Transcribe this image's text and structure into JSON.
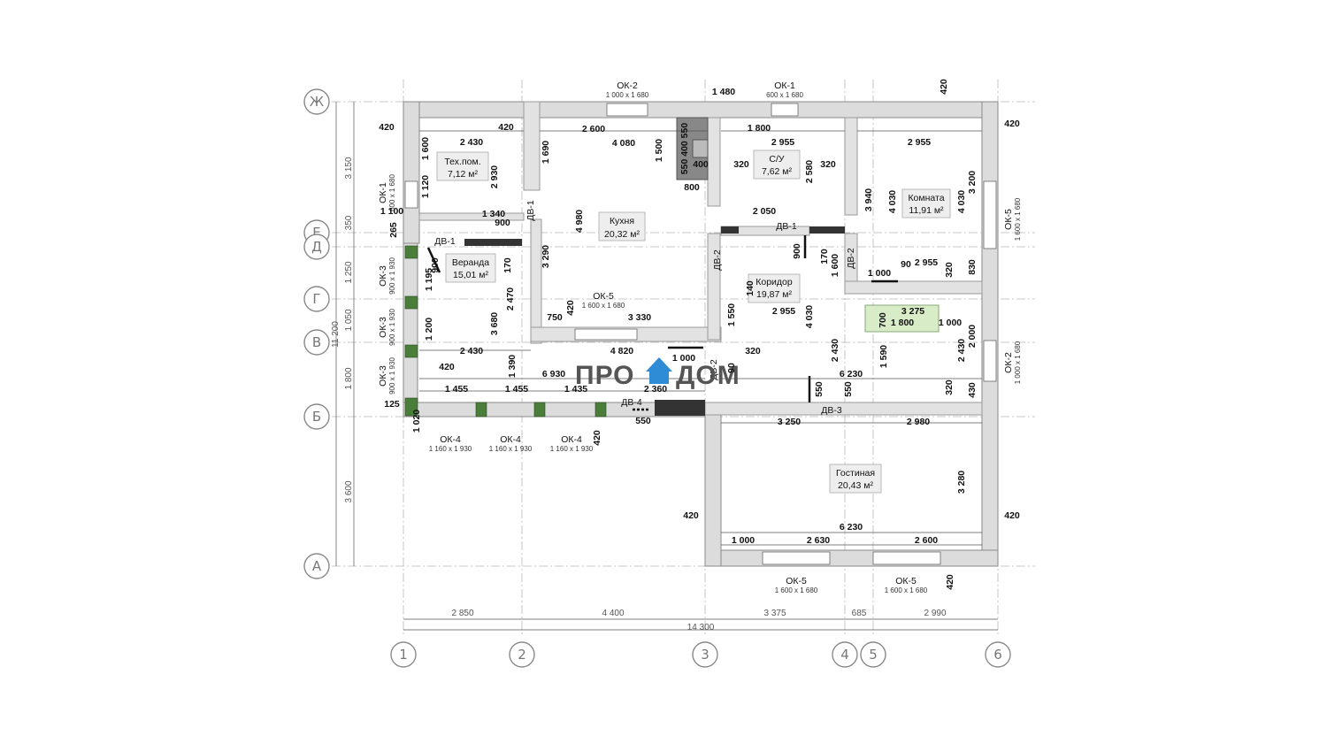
{
  "axes_letters": [
    "Ж",
    "Е",
    "Д",
    "Г",
    "В",
    "Б",
    "А"
  ],
  "axes_numbers": [
    "1",
    "2",
    "3",
    "4",
    "5",
    "6"
  ],
  "left_dims": [
    "3 150",
    "350",
    "1 250",
    "1 050",
    "1 800",
    "3 600"
  ],
  "left_total": "11 200",
  "bottom_dims": [
    "2 850",
    "4 400",
    "3 375",
    "685",
    "2 990"
  ],
  "bottom_total": "14 300",
  "rooms": {
    "tech": {
      "name": "Тех.пом.",
      "area": "7,12 м²"
    },
    "kitchen": {
      "name": "Кухня",
      "area": "20,32 м²"
    },
    "wc": {
      "name": "С/У",
      "area": "7,62 м²"
    },
    "room": {
      "name": "Комната",
      "area": "11,91 м²"
    },
    "veranda": {
      "name": "Веранда",
      "area": "15,01 м²"
    },
    "corridor": {
      "name": "Коридор",
      "area": "19,87 м²"
    },
    "living": {
      "name": "Гостиная",
      "area": "20,43 м²"
    }
  },
  "windows": {
    "ok2_top": {
      "name": "ОК-2",
      "size": "1 000 x 1 680"
    },
    "ok1_top": {
      "name": "ОК-1",
      "size": "600 x 1 680"
    },
    "ok1_left": {
      "name": "ОК-1",
      "size": "600 x 1 680"
    },
    "ok3_a": {
      "name": "ОК-3",
      "size": "900 x 1 930"
    },
    "ok3_b": {
      "name": "ОК-3",
      "size": "900 x 1 930"
    },
    "ok3_c": {
      "name": "ОК-3",
      "size": "900 x 1 930"
    },
    "ok4_a": {
      "name": "ОК-4",
      "size": "1 160 x 1 930"
    },
    "ok4_b": {
      "name": "ОК-4",
      "size": "1 160 x 1 930"
    },
    "ok4_c": {
      "name": "ОК-4",
      "size": "1 160 x 1 930"
    },
    "ok5_mid": {
      "name": "ОК-5",
      "size": "1 600 x 1 680"
    },
    "ok5_b1": {
      "name": "ОК-5",
      "size": "1 600 x 1 680"
    },
    "ok5_b2": {
      "name": "ОК-5",
      "size": "1 600 x 1 680"
    },
    "ok5_right": {
      "name": "ОК-5",
      "size": "1 600 x 1 680"
    },
    "ok2_right": {
      "name": "ОК-2",
      "size": "1 000 x 1 680"
    }
  },
  "doors": {
    "dv1_a": "ДВ-1",
    "dv1_b": "ДВ-1",
    "dv1_c": "ДВ-1",
    "dv2_a": "ДВ-2",
    "dv2_b": "ДВ-2",
    "dv2_c": "ДВ-2",
    "dv3": "ДВ-3",
    "dv4": "ДВ-4"
  },
  "dims": {
    "d01": "1 480",
    "d02": "420",
    "d03": "420",
    "d04": "420",
    "d05": "2 430",
    "d06": "2 600",
    "d07": "4 080",
    "d08": "1 800",
    "d09": "2 955",
    "d10": "2 955",
    "d11": "1 600",
    "d12": "1 690",
    "d13": "1 500",
    "d14": "550 400 550",
    "d15": "400",
    "d16": "320",
    "d17": "320",
    "d18": "800",
    "d19": "2 930",
    "d20": "2 580",
    "d21": "3 940",
    "d22": "4 030",
    "d23": "4 030",
    "d24": "3 200",
    "d25": "1 100",
    "d26": "1 340",
    "d27": "900",
    "d28": "2 050",
    "d29": "4 980",
    "d30": "265",
    "d31": "900",
    "d32": "1 195",
    "d33": "170",
    "d34": "3 290",
    "d35": "900",
    "d36": "170",
    "d37": "1 600",
    "d38": "1 000",
    "d39": "90",
    "d40": "2 955",
    "d41": "320",
    "d42": "830",
    "d43": "2 470",
    "d44": "420",
    "d45": "750",
    "d46": "3 330",
    "d47": "1 550",
    "d48": "2 955",
    "d49": "4 030",
    "d50": "3 275",
    "d51": "700",
    "d52": "1 800",
    "d53": "1 000",
    "d54": "1 200",
    "d55": "3 680",
    "d56": "2 430",
    "d57": "4 820",
    "d58": "1 000",
    "d59": "320",
    "d60": "2 430",
    "d61": "2 000",
    "d62": "2 430",
    "d63": "420",
    "d64": "1 390",
    "d65": "6 930",
    "d66": "1 590",
    "d67": "6 230",
    "d68": "1 455",
    "d69": "1 455",
    "d70": "1 435",
    "d71": "2 360",
    "d72": "550",
    "d73": "550",
    "d74": "320",
    "d75": "430",
    "d76": "125",
    "d77": "550",
    "d78": "3 250",
    "d79": "2 980",
    "d80": "1 020",
    "d81": "420",
    "d82": "3 280",
    "d83": "420",
    "d84": "420",
    "d85": "6 230",
    "d86": "1 000",
    "d87": "2 630",
    "d88": "2 600",
    "d89": "420",
    "d90": "420",
    "d91": "1 120",
    "d92": "90",
    "d93": "140"
  },
  "logo": {
    "left": "ПРО",
    "right": "ДОМ"
  },
  "colors": {
    "wall": "#dcdcdc",
    "window_green": "#4a7d3a",
    "highlight_green": "#d8ecc8",
    "logo_blue": "#2e8bd6"
  }
}
